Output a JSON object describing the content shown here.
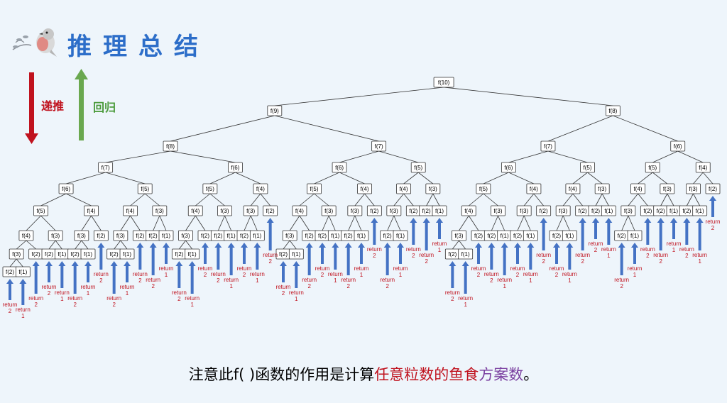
{
  "title": "推理总结",
  "arrows": {
    "down_label": "递推",
    "up_label": "回归",
    "down_color": "#c0121e",
    "up_color": "#6aa84f"
  },
  "root": "f(10)",
  "return_label": "return",
  "base_cases": {
    "f(2)": "2",
    "f(1)": "1"
  },
  "caption": {
    "prefix": "注意此f( )函数的作用是计算",
    "highlight1": "任意粒数的鱼食",
    "highlight2": "方案数",
    "suffix": "。"
  },
  "colors": {
    "title": "#2d6ec9",
    "return_text": "#c0121e",
    "return_arrow": "#4472c4",
    "background": "#eef5fb"
  }
}
